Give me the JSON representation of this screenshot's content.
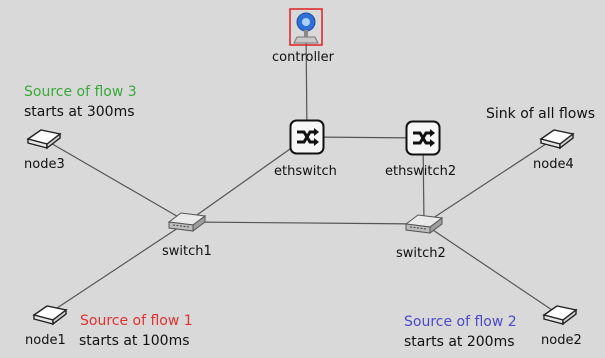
{
  "colors": {
    "background": "#d9d9d9",
    "link": "#555555",
    "flow1": "#e03030",
    "flow2": "#4a4acc",
    "flow3": "#3aa83a",
    "text": "#111111"
  },
  "nodes": {
    "controller": {
      "label": "controller",
      "icon": "controller-icon"
    },
    "ethswitch": {
      "label": "ethswitch",
      "icon": "ethswitch-icon"
    },
    "ethswitch2": {
      "label": "ethswitch2",
      "icon": "ethswitch-icon"
    },
    "switch1": {
      "label": "switch1",
      "icon": "switch-icon"
    },
    "switch2": {
      "label": "switch2",
      "icon": "switch-icon"
    },
    "node1": {
      "label": "node1",
      "icon": "host-icon"
    },
    "node2": {
      "label": "node2",
      "icon": "host-icon"
    },
    "node3": {
      "label": "node3",
      "icon": "host-icon"
    },
    "node4": {
      "label": "node4",
      "icon": "host-icon"
    }
  },
  "annotations": {
    "flow3_title": "Source of flow 3",
    "flow3_start": "starts at 300ms",
    "sink": "Sink of all flows",
    "flow1_title": "Source of flow 1",
    "flow1_start": "starts at 100ms",
    "flow2_title": "Source of flow 2",
    "flow2_start": "starts at 200ms"
  },
  "links": [
    [
      "controller",
      "ethswitch"
    ],
    [
      "ethswitch",
      "ethswitch2"
    ],
    [
      "ethswitch",
      "switch1"
    ],
    [
      "ethswitch2",
      "switch2"
    ],
    [
      "switch1",
      "switch2"
    ],
    [
      "switch1",
      "node3"
    ],
    [
      "switch1",
      "node1"
    ],
    [
      "switch2",
      "node4"
    ],
    [
      "switch2",
      "node2"
    ]
  ]
}
